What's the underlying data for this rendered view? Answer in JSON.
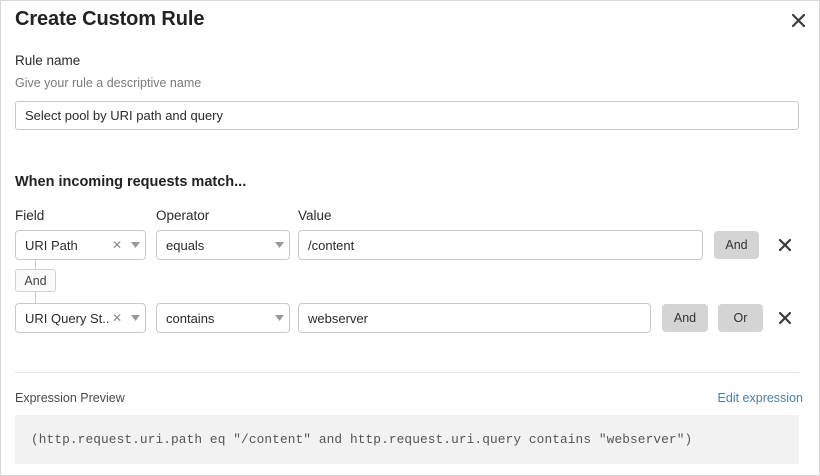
{
  "dialog": {
    "title": "Create Custom Rule",
    "close_icon": "close-icon"
  },
  "rule_name": {
    "label": "Rule name",
    "hint": "Give your rule a descriptive name",
    "value": "Select pool by URI path and query",
    "placeholder": ""
  },
  "match_section": {
    "heading": "When incoming requests match...",
    "columns": {
      "field": "Field",
      "operator": "Operator",
      "value": "Value"
    },
    "connector": {
      "label": "And"
    },
    "rows": [
      {
        "field": "URI Path",
        "operator": "equals",
        "value": "/content",
        "clear_icon": "clear-x-icon",
        "caret_icon": "chevron-down-icon",
        "buttons": [
          "And"
        ],
        "delete_icon": "delete-x-icon"
      },
      {
        "field": "URI Query St...",
        "operator": "contains",
        "value": "webserver",
        "clear_icon": "clear-x-icon",
        "caret_icon": "chevron-down-icon",
        "buttons": [
          "And",
          "Or"
        ],
        "delete_icon": "delete-x-icon"
      }
    ]
  },
  "expression_preview": {
    "label": "Expression Preview",
    "edit_link": "Edit expression",
    "expression": "(http.request.uri.path eq \"/content\" and http.request.uri.query contains \"webserver\")"
  },
  "colors": {
    "accent_link": "#4a7fa5",
    "button_gray": "#d4d4d4",
    "preview_bg": "#f2f2f2",
    "border": "#c9c9c9"
  }
}
